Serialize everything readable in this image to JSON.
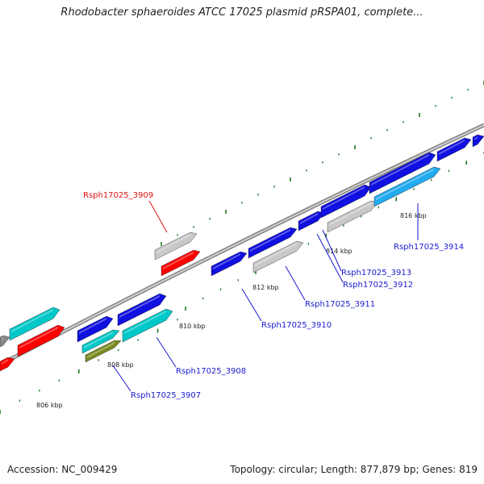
{
  "title": "Rhodobacter sphaeroides ATCC 17025 plasmid pRSPA01, complete...",
  "accession_text": "Accession: NC_009429",
  "topology_text": "Topology: circular; Length: 877,879 bp; Genes: 819",
  "colors": {
    "backbone": "#8a8a8a",
    "tick": "#1e7a1e",
    "cds_forward": "#1010e0",
    "cds_reverse": "#00c8c8",
    "highlight_gene": "#ff0000",
    "gray_feature": "#c8c8c8",
    "olive_feature": "#7a8a22",
    "light_blue_feature": "#22aaee",
    "label_blue": "#1a1ad0",
    "label_red": "#dd1111"
  },
  "tick_labels": [
    "806 kbp",
    "808 kbp",
    "810 kbp",
    "812 kbp",
    "814 kbp",
    "816 kbp"
  ],
  "gene_labels": [
    {
      "name": "Rsph17025_3909",
      "color_key": "label_red"
    },
    {
      "name": "Rsph17025_3907",
      "color_key": "label_blue"
    },
    {
      "name": "Rsph17025_3908",
      "color_key": "label_blue"
    },
    {
      "name": "Rsph17025_3910",
      "color_key": "label_blue"
    },
    {
      "name": "Rsph17025_3911",
      "color_key": "label_blue"
    },
    {
      "name": "Rsph17025_3912",
      "color_key": "label_blue"
    },
    {
      "name": "Rsph17025_3913",
      "color_key": "label_blue"
    },
    {
      "name": "Rsph17025_3914",
      "color_key": "label_blue"
    }
  ]
}
